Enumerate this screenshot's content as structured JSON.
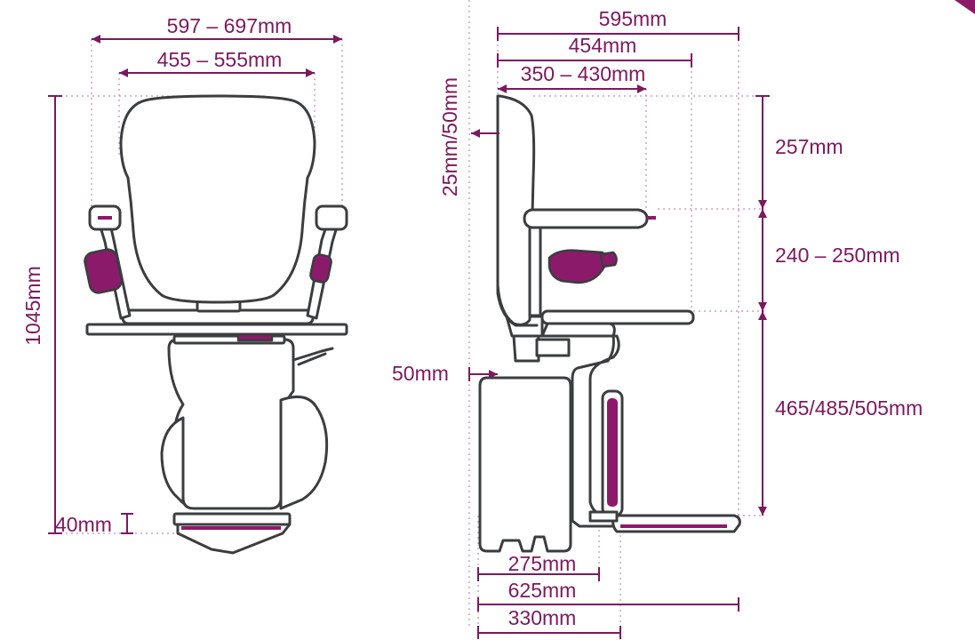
{
  "colors": {
    "accent": "#8c1a6a",
    "dimension": "#7a1a5e",
    "outline": "#3b3d3f",
    "guide": "#c48cb4"
  },
  "front_view": {
    "overall_width": "597 – 697mm",
    "seat_width": "455 – 555mm",
    "total_height": "1045mm",
    "footrest_height": "40mm"
  },
  "side_view": {
    "overall_depth": "595mm",
    "armrest_depth": "454mm",
    "seat_depth": "350 – 430mm",
    "backrest_offset": "25mm/50mm",
    "backrest_height": "257mm",
    "armrest_height": "240 – 250mm",
    "seat_height": "465/485/505mm",
    "rail_clearance": "50mm",
    "carriage_depth": "275mm",
    "footrest_depth": "625mm",
    "base_depth": "330mm"
  }
}
